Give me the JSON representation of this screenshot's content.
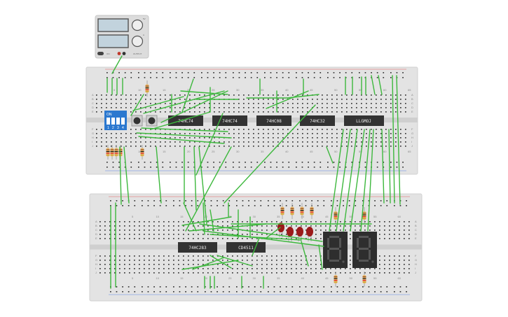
{
  "power_supply": {
    "labels": [
      "5V",
      "A",
      "OUTPUT",
      "ON"
    ]
  },
  "dip_switch": {
    "on_label": "ON",
    "positions": [
      "1",
      "2",
      "3",
      "4"
    ]
  },
  "chips_top": [
    "74HC74",
    "74HC74",
    "74HC08",
    "74HC32",
    "LLGMOJ"
  ],
  "chips_bottom": [
    "74HC283",
    "CD4511"
  ],
  "column_numbers_top": [
    "5",
    "10",
    "15",
    "20",
    "25",
    "30",
    "35",
    "40",
    "45",
    "50",
    "55",
    "60",
    "65"
  ],
  "column_numbers_bottom": [
    "5",
    "10",
    "15",
    "20",
    "25",
    "30",
    "35",
    "40",
    "45",
    "50",
    "55",
    "60"
  ],
  "row_letters": [
    "A",
    "B",
    "C",
    "D",
    "E",
    "F",
    "G",
    "H",
    "I",
    "J"
  ],
  "colors": {
    "board": "#e3e3e3",
    "board_edge": "#d2d2d2",
    "hole": "#3a3a3a",
    "rail_red": "#e58a8a",
    "rail_blue": "#8aa6e5",
    "wire": "#3db83d",
    "chip": "#333333",
    "led": "#9b1a1a",
    "seven_segment": "#2e2e2e",
    "dip": "#2b78cf"
  }
}
